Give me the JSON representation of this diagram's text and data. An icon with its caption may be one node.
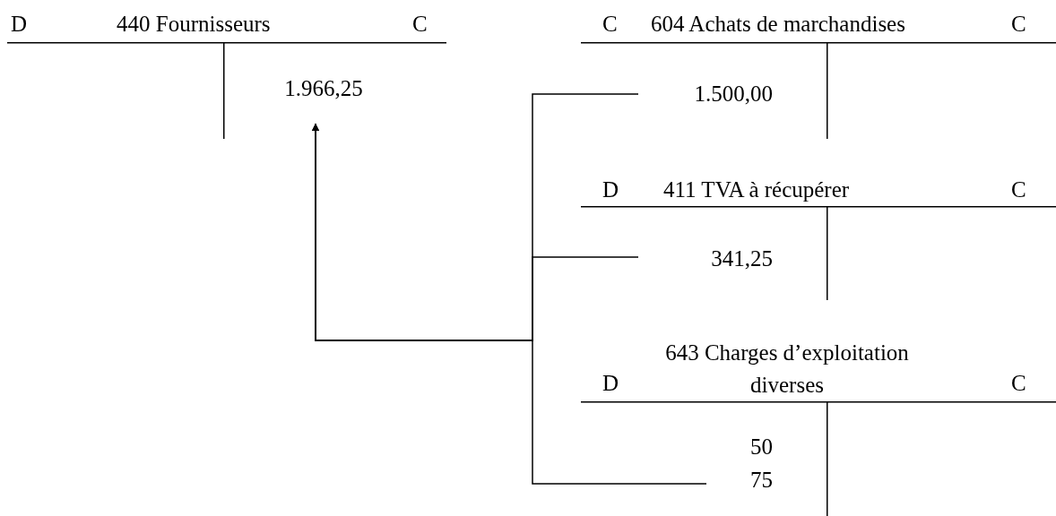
{
  "diagram": {
    "nodes": [
      {
        "text": [
          "D",
          "440 Fournisseurs",
          "C"
        ]
      },
      {
        "text": [
          "1.966,25"
        ],
        "in": 0
      },
      {
        "text": [
          "C",
          "604 Achats de marchandises",
          "C"
        ]
      },
      {
        "text": [
          "1.500,00"
        ],
        "in": 2
      },
      {
        "text": [
          "D",
          "411 TVA à récupérer",
          "C"
        ]
      },
      {
        "text": [
          "341,25"
        ],
        "in": 4
      },
      {
        "text": [
          "D",
          "643 Charges d’exploitation diverses",
          "C"
        ]
      },
      {
        "text": [
          "50",
          "75"
        ],
        "in": 6
      }
    ],
    "edges": [
      {
        "from": 3,
        "to": 1,
        "arrow": "to"
      },
      {
        "from": 5,
        "to": 1,
        "arrow": "to"
      },
      {
        "from": 7,
        "to": 1,
        "arrow": "to"
      }
    ]
  }
}
